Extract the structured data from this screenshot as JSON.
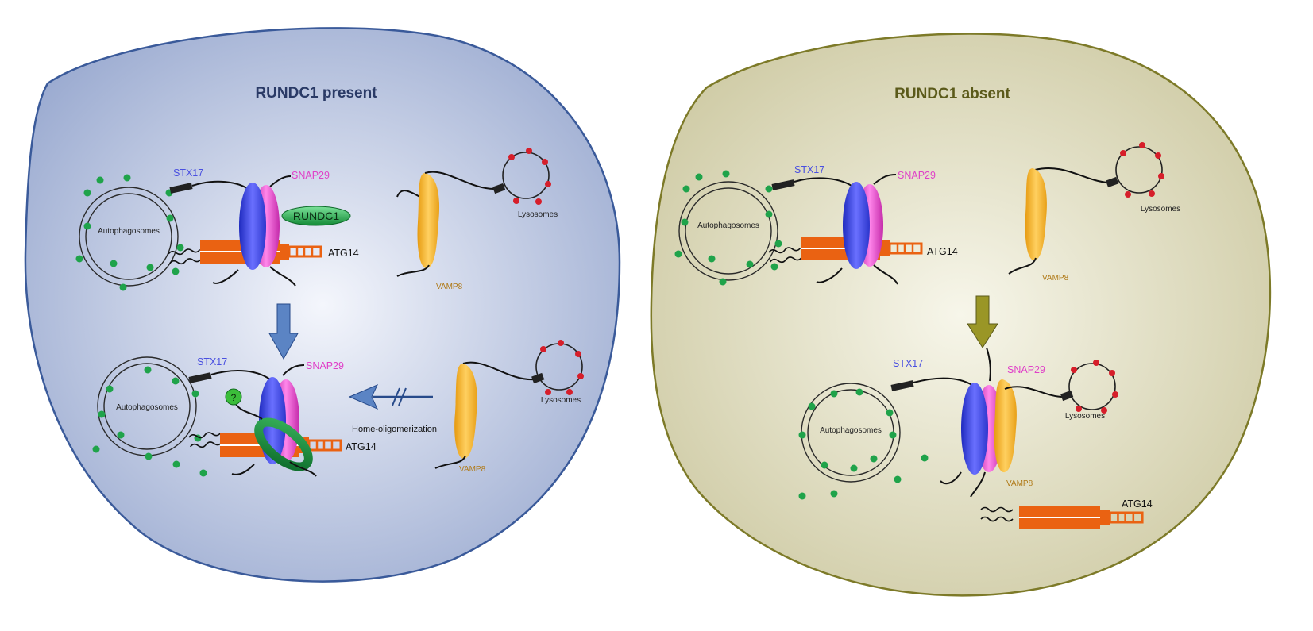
{
  "panels": {
    "present": {
      "title": "RUNDC1  present",
      "title_color": "#2a3a66",
      "fill_center": "#f4f6fc",
      "fill_edge": "#9aaad0",
      "border": "#3a5a9a",
      "arrow_color": "#5b84c4"
    },
    "absent": {
      "title": "RUNDC1  absent",
      "title_color": "#5b5a1a",
      "fill_center": "#f7f6ea",
      "fill_edge": "#cdc9a2",
      "border": "#7d7a28",
      "arrow_color": "#9a9626"
    }
  },
  "labels": {
    "stx17": "STX17",
    "snap29": "SNAP29",
    "vamp8": "VAMP8",
    "atg14": "ATG14",
    "autophagosomes": "Autophagosomes",
    "lysosomes": "Lysosomes",
    "rundc1": "RUNDC1",
    "question": "?",
    "homo_oligomerization": "Home-oligomerization"
  },
  "colors": {
    "stx17": "#4a50e0",
    "snap29": "#e040c8",
    "vamp8": "#f5b223",
    "vamp8_label": "#b07a18",
    "atg14": "#ea6212",
    "autophagosome_dot": "#1fa34a",
    "lysosome_dot": "#d61e2a",
    "rundc1": "#22a845"
  }
}
